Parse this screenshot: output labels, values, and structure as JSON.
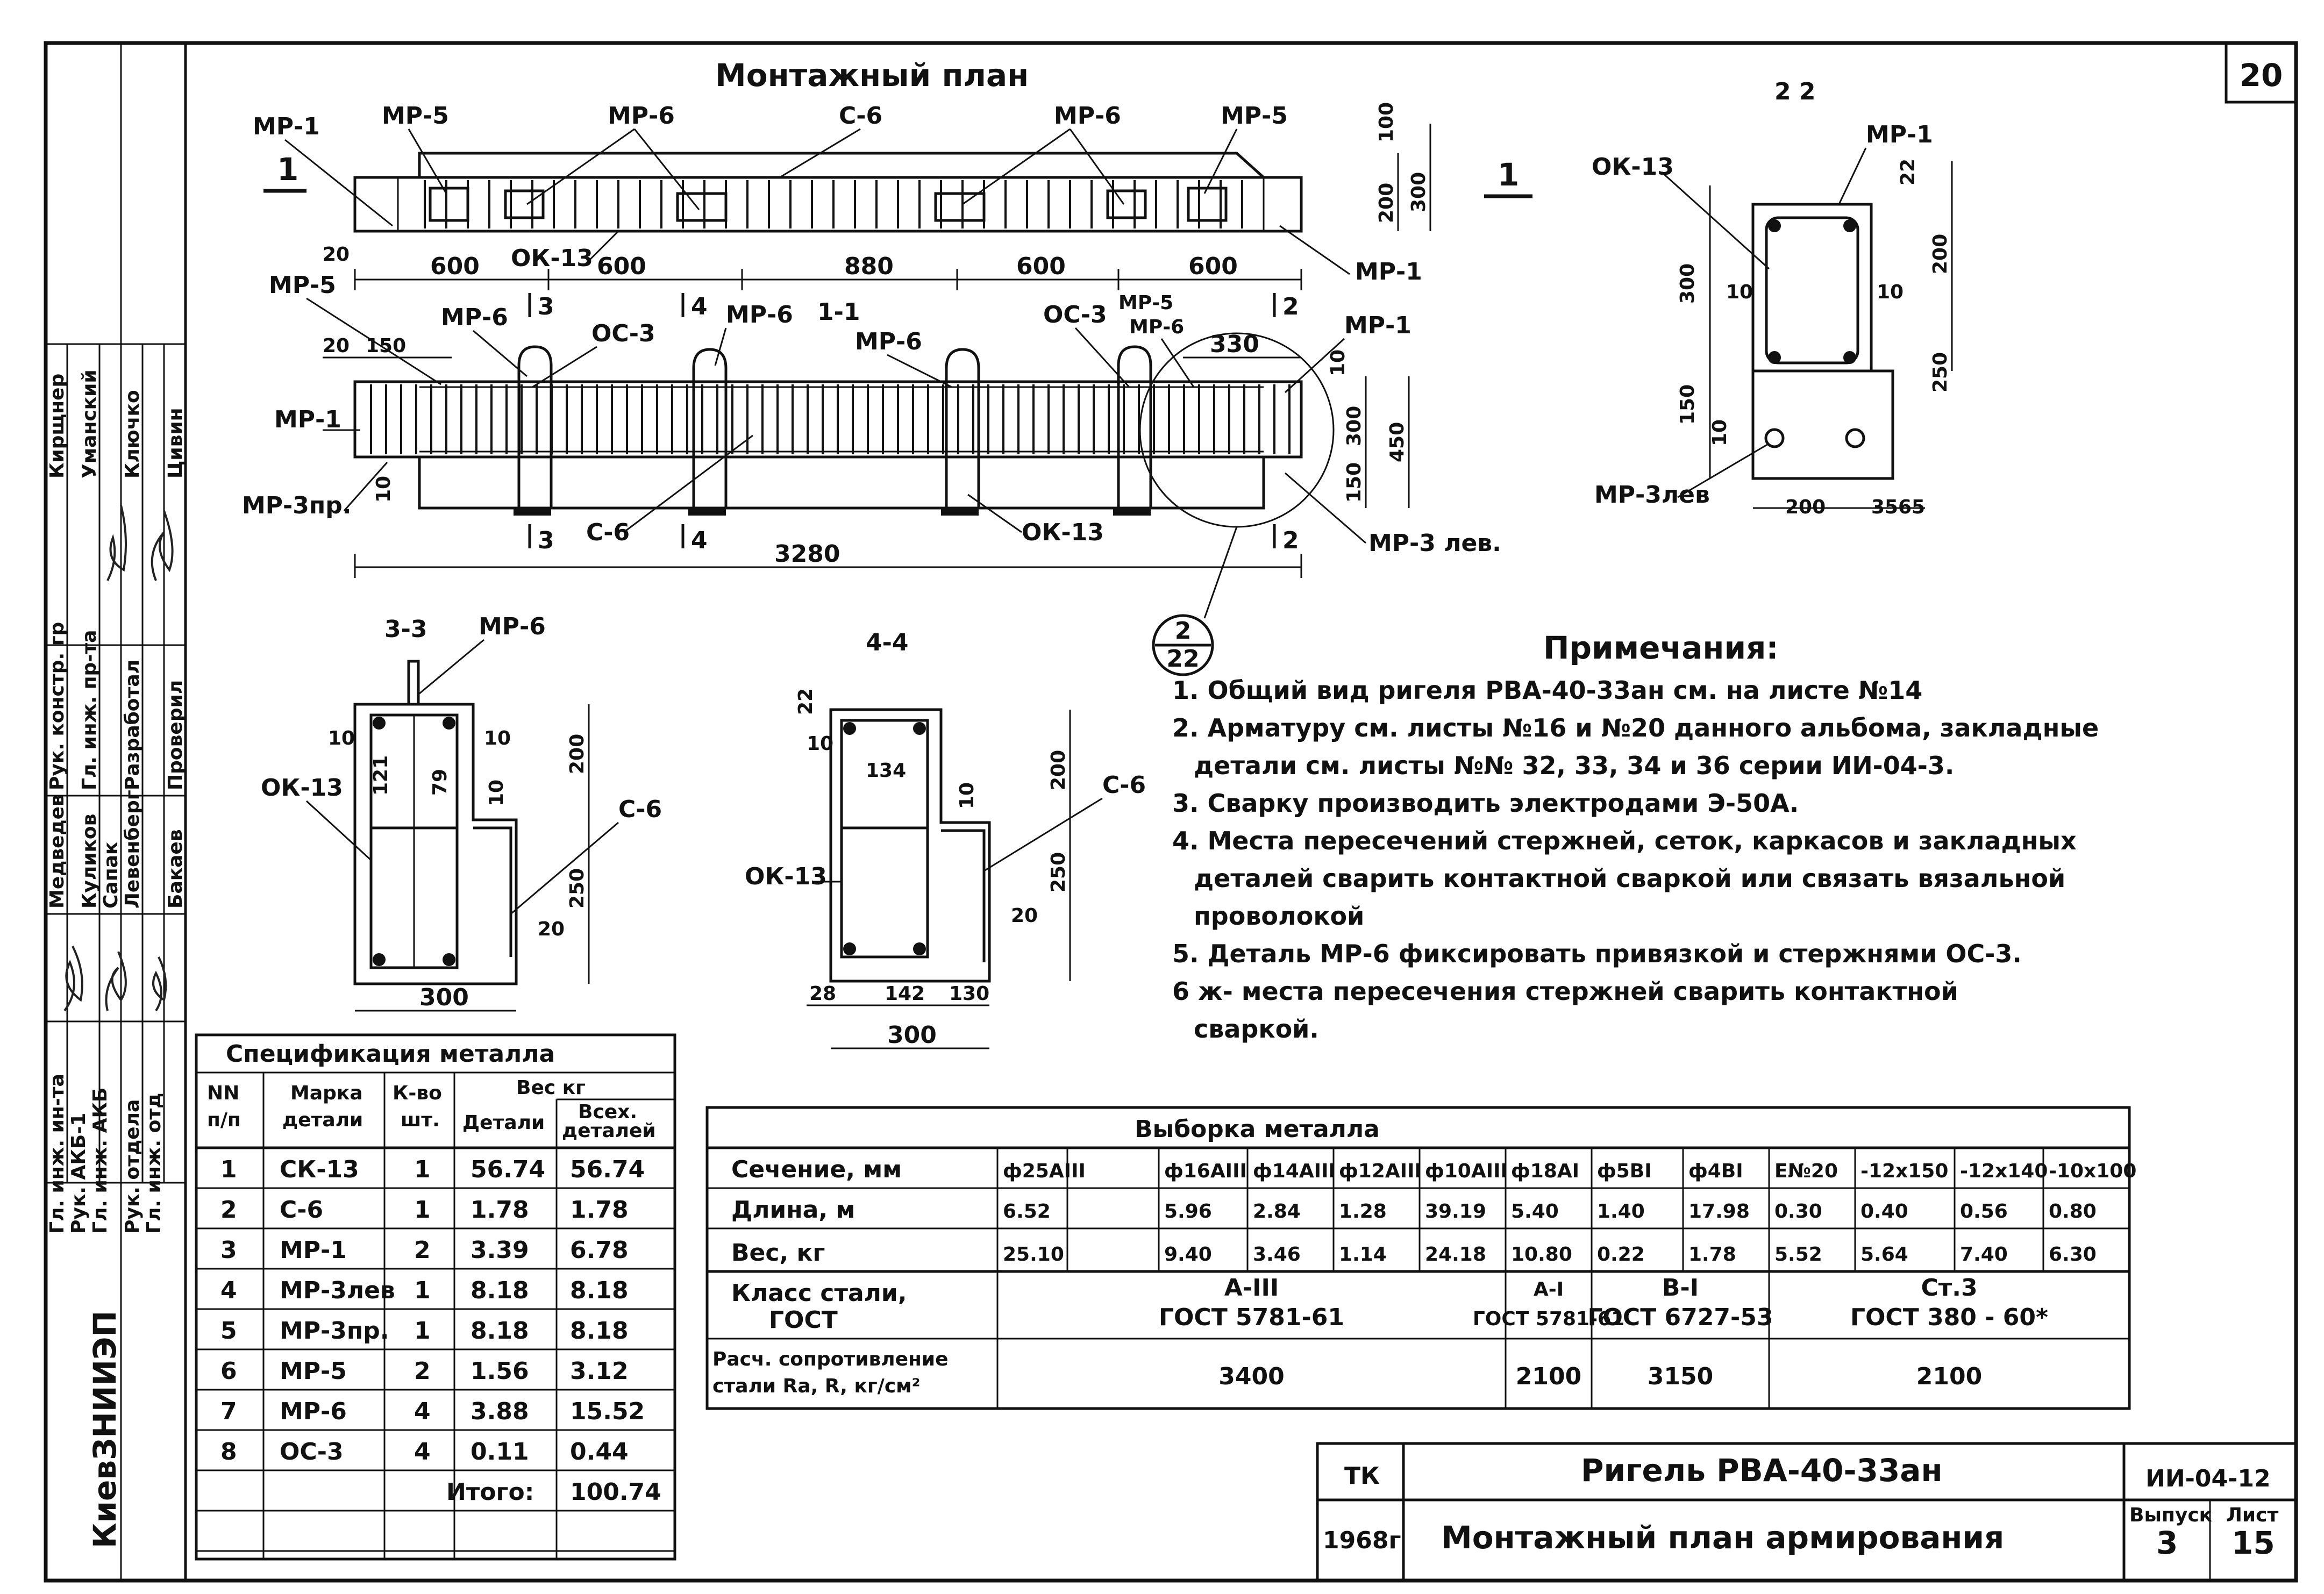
{
  "sheet_number": "20",
  "montage_plan": {
    "title": "Монтажный план",
    "labels": {
      "mp1": "МР-1",
      "mp5": "МР-5",
      "mp6": "МР-6",
      "c6": "С-6",
      "ok13": "ОК-13"
    },
    "dims_bottom": [
      "600",
      "600",
      "880",
      "600",
      "600"
    ],
    "dim_left": "20",
    "dims_right": [
      "100",
      "200",
      "300"
    ],
    "section_1": "1"
  },
  "section_11": {
    "title": "1-1",
    "labels": {
      "mp5": "МР-5",
      "mp6": "МР-6",
      "oc3": "ОС-3",
      "mp1": "МР-1",
      "mp3pr": "МР-3пр.",
      "mp3lev": "МР-3 лев.",
      "c6": "С-6",
      "ok13": "ОК-13"
    },
    "dims_top": [
      "20",
      "150",
      "330"
    ],
    "dims_right": [
      "10",
      "300",
      "450",
      "150"
    ],
    "dim_left_10": "10",
    "total_length": "3280",
    "cut_marks": [
      "3",
      "4",
      "2"
    ],
    "callout_top": "2",
    "callout_bottom": "22"
  },
  "section_22": {
    "title": "2 2",
    "labels": {
      "ok13": "ОК-13",
      "mp1": "МР-1",
      "mp3lev": "МР-3лев"
    },
    "dims": [
      "22",
      "300",
      "10",
      "10",
      "200",
      "250",
      "150",
      "10",
      "200",
      "35",
      "65"
    ]
  },
  "section_33": {
    "title": "3-3",
    "labels": {
      "mp6": "МР-6",
      "ok13": "ОК-13",
      "c6": "С-6"
    },
    "dims": [
      "10",
      "10",
      "121",
      "79",
      "10",
      "200",
      "250",
      "20",
      "300"
    ]
  },
  "section_44": {
    "title": "4-4",
    "labels": {
      "ok13": "ОК-13",
      "c6": "С-6"
    },
    "dims": [
      "22",
      "10",
      "134",
      "10",
      "200",
      "250",
      "20",
      "28",
      "142",
      "130",
      "300"
    ]
  },
  "notes": {
    "title": "Примечания:",
    "items": [
      "1. Общий вид ригеля РВА-40-33ан см. на листе №14",
      "2. Арматуру см. листы №16 и №20 данного альбома, закладные",
      "детали см. листы №№ 32, 33, 34 и 36 серии ИИ-04-3.",
      "3. Сварку производить электродами Э-50А.",
      "4. Места пересечений стержней, сеток, каркасов и закладных",
      "деталей сварить контактной сваркой или связать вязальной",
      "проволокой",
      "5. Деталь МР-6 фиксировать привязкой и стержнями ОС-3.",
      "6 ж- места пересечения стержней сварить контактной",
      "сваркой."
    ]
  },
  "spec": {
    "title": "Спецификация металла",
    "head": {
      "nn": "NN",
      "pp": "п/п",
      "mark": "Марка",
      "mark2": "детали",
      "qty": "К-во",
      "qty2": "шт.",
      "weight": "Вес кг",
      "w_detail": "Детали",
      "w_all": "Всех.",
      "w_all2": "деталей"
    },
    "rows": [
      {
        "n": "1",
        "mark": "СК-13",
        "qty": "1",
        "w1": "56.74",
        "w2": "56.74"
      },
      {
        "n": "2",
        "mark": "С-6",
        "qty": "1",
        "w1": "1.78",
        "w2": "1.78"
      },
      {
        "n": "3",
        "mark": "МР-1",
        "qty": "2",
        "w1": "3.39",
        "w2": "6.78"
      },
      {
        "n": "4",
        "mark": "МР-3лев",
        "qty": "1",
        "w1": "8.18",
        "w2": "8.18"
      },
      {
        "n": "5",
        "mark": "МР-3пр.",
        "qty": "1",
        "w1": "8.18",
        "w2": "8.18"
      },
      {
        "n": "6",
        "mark": "МР-5",
        "qty": "2",
        "w1": "1.56",
        "w2": "3.12"
      },
      {
        "n": "7",
        "mark": "МР-6",
        "qty": "4",
        "w1": "3.88",
        "w2": "15.52"
      },
      {
        "n": "8",
        "mark": "ОС-3",
        "qty": "4",
        "w1": "0.11",
        "w2": "0.44"
      }
    ],
    "total_label": "Итого:",
    "total_value": "100.74"
  },
  "selection": {
    "title": "Выборка металла",
    "row_labels": [
      "Сечение, мм",
      "Длина, м",
      "Вес, кг",
      "Класс стали,",
      "ГОСТ",
      "Расч. сопротивление",
      "стали Ra, R, кг/см²"
    ],
    "columns": [
      {
        "sec": "ф25АIII",
        "len": "6.52",
        "wt": "25.10"
      },
      {
        "sec": "",
        "len": "",
        "wt": ""
      },
      {
        "sec": "ф16АIII",
        "len": "5.96",
        "wt": "9.40"
      },
      {
        "sec": "ф14АIII",
        "len": "2.84",
        "wt": "3.46"
      },
      {
        "sec": "ф12АIII",
        "len": "1.28",
        "wt": "1.14"
      },
      {
        "sec": "ф10АIII",
        "len": "39.19",
        "wt": "24.18"
      },
      {
        "sec": "ф18АI",
        "len": "5.40",
        "wt": "10.80"
      },
      {
        "sec": "ф5ВI",
        "len": "1.40",
        "wt": "0.22"
      },
      {
        "sec": "ф4ВI",
        "len": "17.98",
        "wt": "1.78"
      },
      {
        "sec": "Е№20",
        "len": "0.30",
        "wt": "5.52"
      },
      {
        "sec": "-12х150",
        "len": "0.40",
        "wt": "5.64"
      },
      {
        "sec": "-12х140",
        "len": "0.56",
        "wt": "7.40"
      },
      {
        "sec": "-10х100",
        "len": "0.80",
        "wt": "6.30"
      }
    ],
    "steel_groups": [
      {
        "cls": "А-III",
        "gost": "ГОСТ 5781-61",
        "ra": "3400"
      },
      {
        "cls": "А-I",
        "gost": "ГОСТ 5781-61",
        "ra": "2100"
      },
      {
        "cls": "В-I",
        "gost": "ГОСТ 6727-53",
        "ra": "3150"
      },
      {
        "cls": "Ст.3",
        "gost": "ГОСТ 380 - 60*",
        "ra": "2100"
      }
    ]
  },
  "title_block": {
    "org_code": "ТК",
    "year": "1968г",
    "name": "Ригель РВА-40-33ан",
    "subtitle": "Монтажный план армирования",
    "series": "ИИ-04-12",
    "issue_label": "Выпуск",
    "issue": "3",
    "sheet_label": "Лист",
    "sheet": "15"
  },
  "side_stamp": {
    "org": "КиевЗНИИЭП",
    "roles": [
      "Гл. инж. ин-та",
      "Рук. АКБ-1",
      "Гл. инж. АКБ",
      "Рук. отдела",
      "Гл. инж. отд"
    ],
    "roles2": [
      "Рук. констр. гр",
      "Гл. инж. пр-та",
      "Разработал",
      "Проверил"
    ],
    "names1": [
      "Медведев",
      "Куликов",
      "Сапак",
      "Левенберг",
      "Бакаев"
    ],
    "names2": [
      "Кирщнер",
      "Уманский",
      "Ключко",
      "Цивин"
    ]
  }
}
